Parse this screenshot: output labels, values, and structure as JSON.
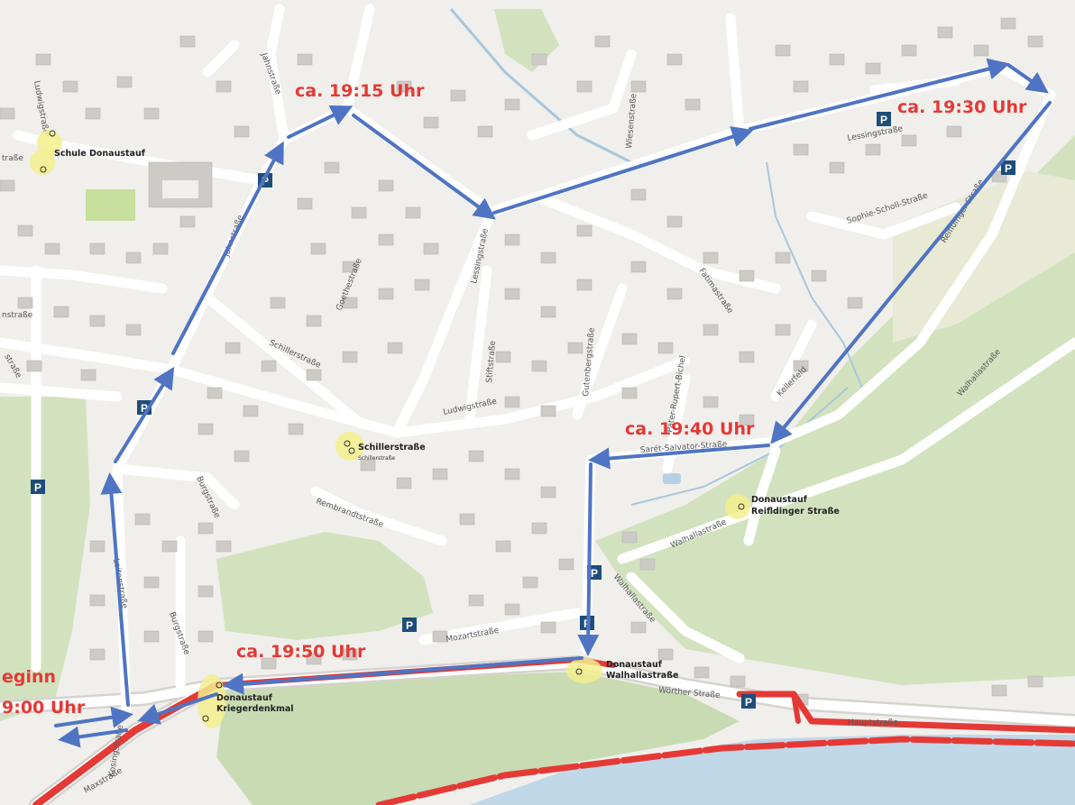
{
  "map": {
    "colors": {
      "land": "#f0efec",
      "park": "#d2e2be",
      "road": "#ffffff",
      "building": "#cecbc7",
      "water": "#c1d8e8",
      "route": "#4f74c3",
      "main_road": "#e53935",
      "time": "#e53935",
      "stop": "#f5ef8c",
      "parking": "#1e4d7a"
    },
    "times": {
      "t1915": "ca. 19:15 Uhr",
      "t1930": "ca. 19:30 Uhr",
      "t1940": "ca. 19:40 Uhr",
      "t1950": "ca. 19:50 Uhr",
      "start_line1": "eginn",
      "start_line2": "9:00 Uhr"
    },
    "stops": {
      "schule": "Schule Donaustauf",
      "schiller": "Schillerstraße",
      "schiller_sub": "Schillerstraße",
      "reifldinger_1": "Donaustauf",
      "reifldinger_2": "Reifldinger Straße",
      "walhalla_1": "Donaustauf",
      "walhalla_2": "Walhallastraße",
      "krieger_1": "Donaustauf",
      "krieger_2": "Kriegerdenkmal"
    },
    "streets": {
      "jahnstrasse_top": "Jahnstraße",
      "jahnstrasse": "Jahnstraße",
      "ludwigstrasse_nw": "Ludwigstraße",
      "strasse_w": "traße",
      "lessingstrasse_e": "Lessingstraße",
      "lessingstrasse": "Lessingstraße",
      "goethestrasse": "Goethestraße",
      "schillerstrasse": "Schillerstraße",
      "ludwigstrasse": "Ludwigstraße",
      "stiftstrasse": "Stiftstraße",
      "gutenbergstrasse": "Gutenbergstraße",
      "pater_bichel": "Pater-Rupert-Bichel",
      "kellerfeld": "Kellerfeld",
      "fatimastrasse": "Fatimastraße",
      "sophie_scholl": "Sophie-Scholl-Straße",
      "reifldinger": "Reifldinger Straße",
      "saret": "Sarét-Salvator-Straße",
      "walhallastrasse_e": "Walhallastraße",
      "walhallastrasse": "Walhallastraße",
      "walhallastrasse_s": "Walhallastraße",
      "wormser": "Wörther Straße",
      "hauptstrasse": "Hauptstraße",
      "mozartstrasse": "Mozartstraße",
      "burgstrasse_1": "Burgstraße",
      "burgstrasse_2": "Burgstraße",
      "rembrandtstrasse": "Rembrandtstraße",
      "wiesenstrasse": "Wiesenstraße",
      "kosingstrasse": "Kosingstraße",
      "maxstrasse": "Maxstraße",
      "leitenstrasse": "Leitenstraße",
      "strasse_w2": "nstraße",
      "strasse_w3": "straße"
    },
    "parking_label": "P"
  }
}
